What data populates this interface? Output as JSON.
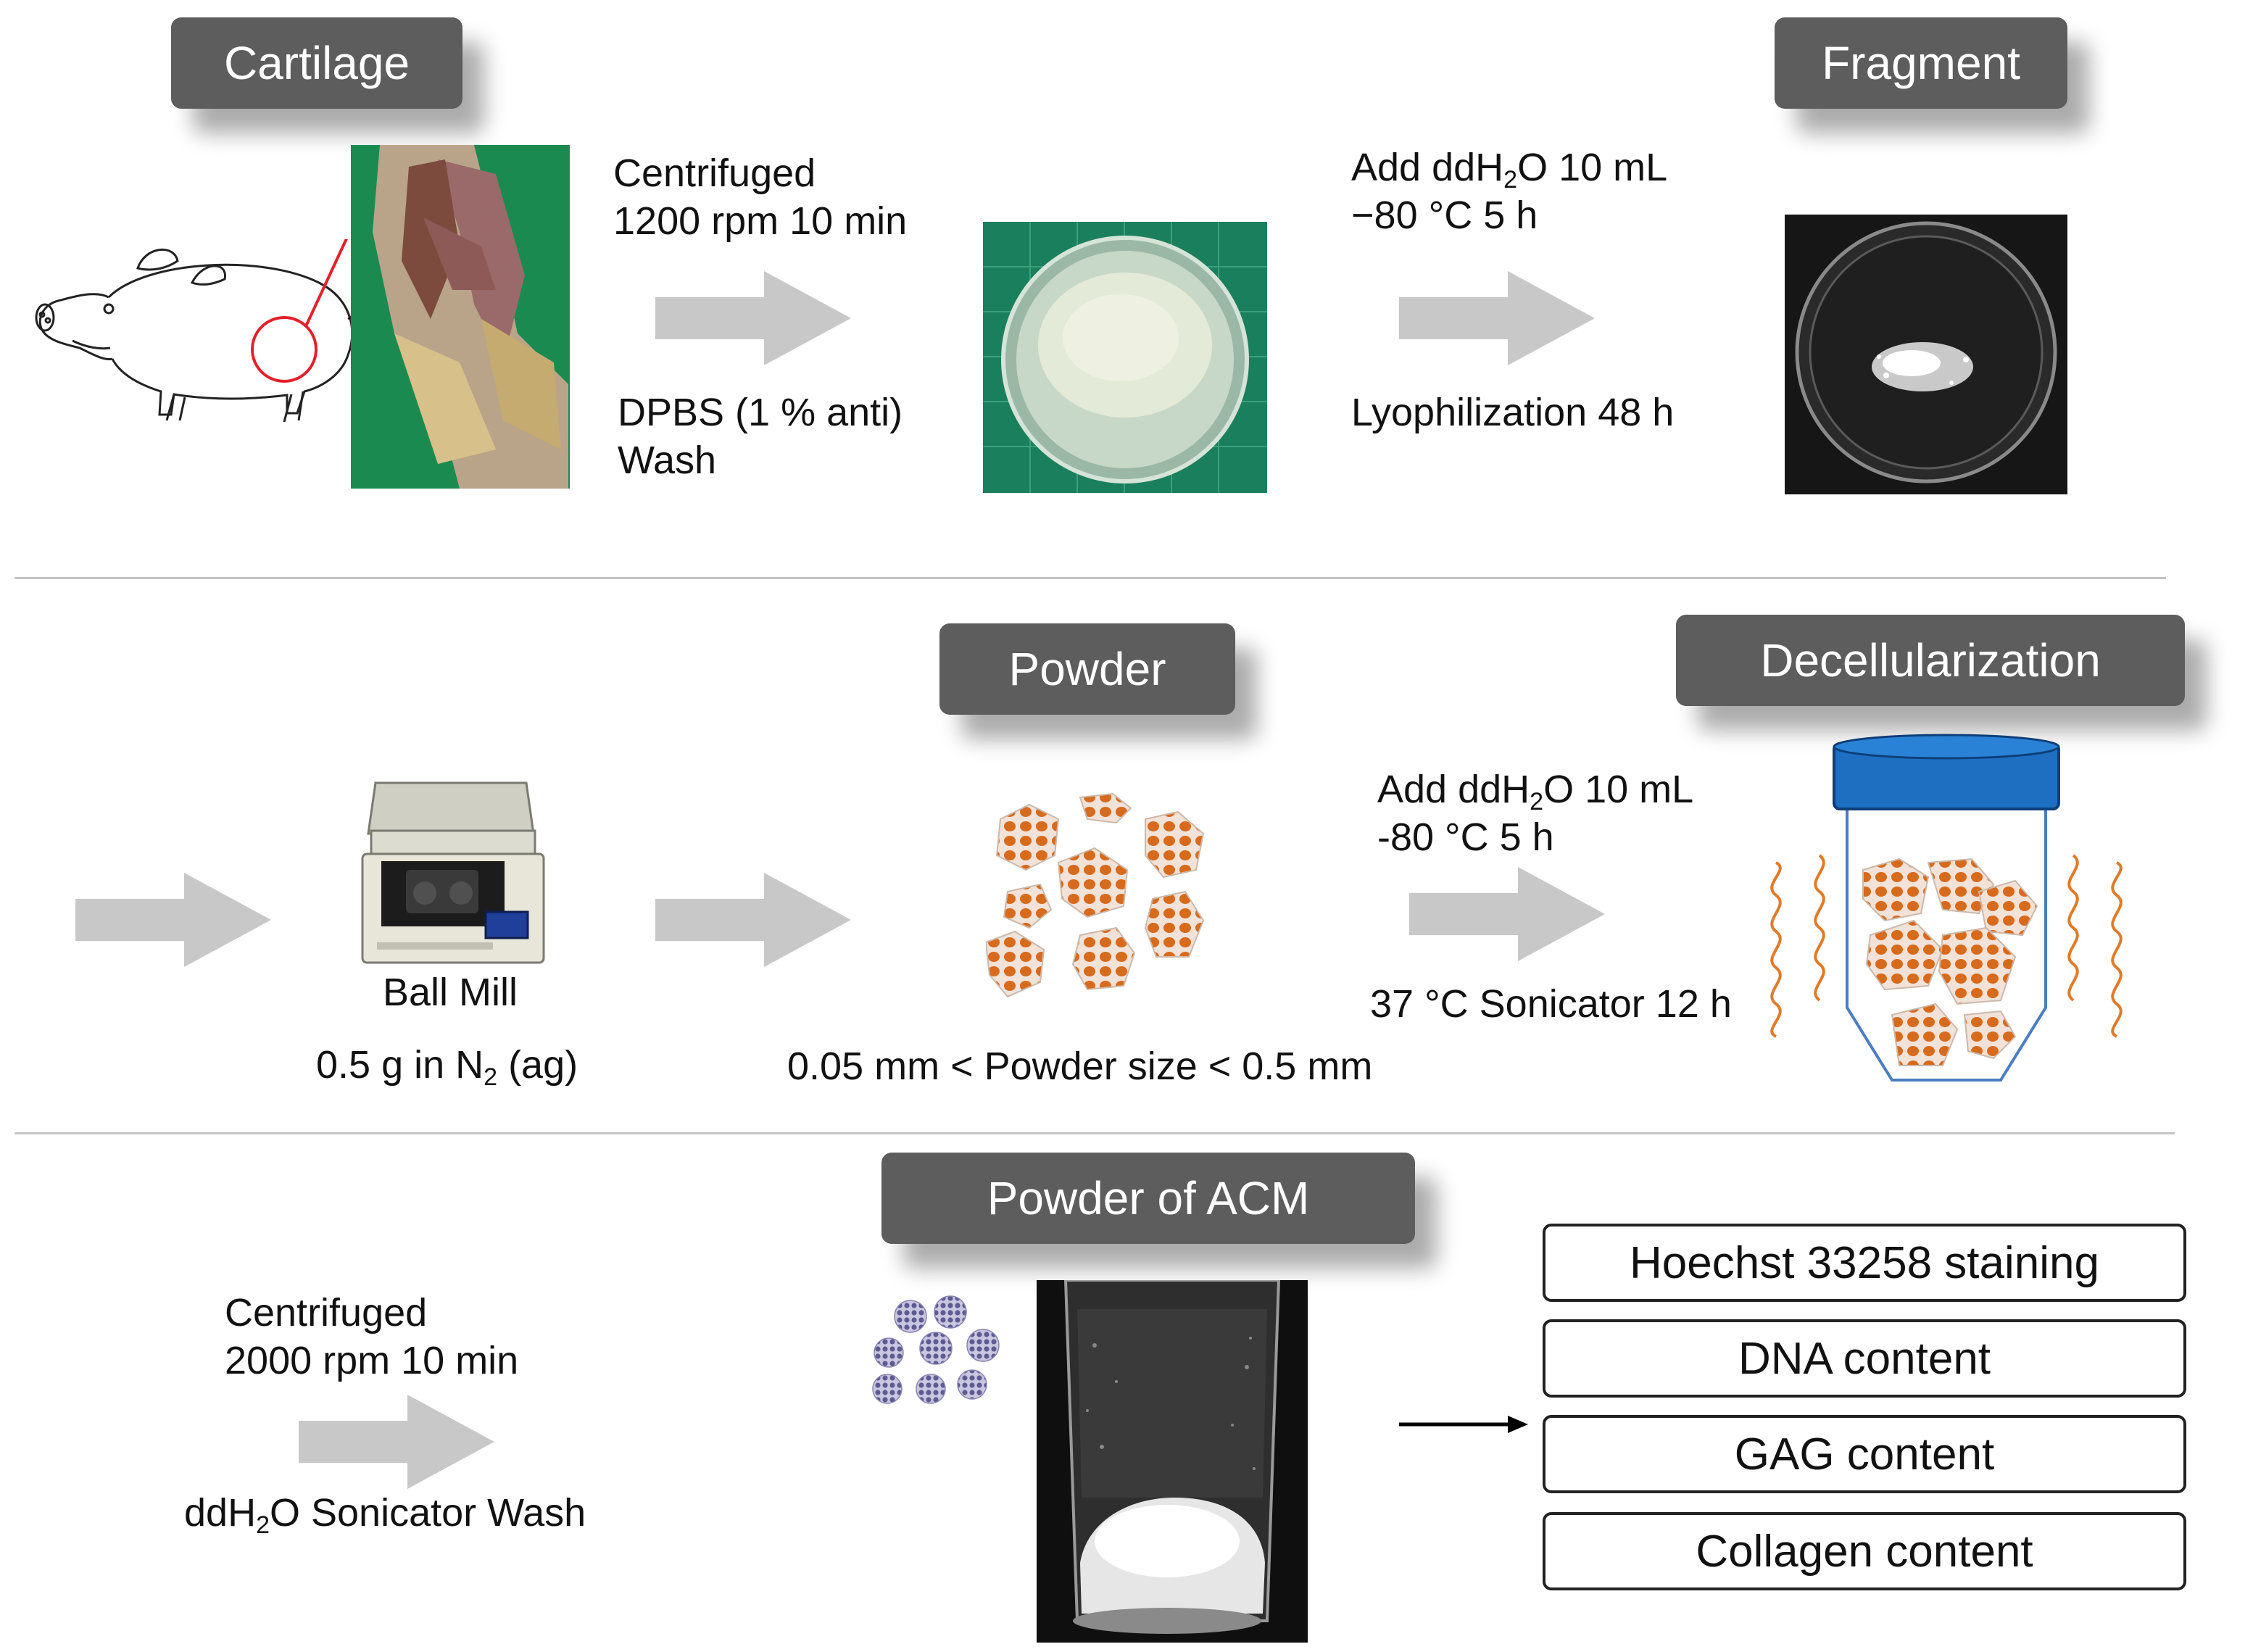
{
  "tags": {
    "cartilage": "Cartilage",
    "fragment": "Fragment",
    "powder": "Powder",
    "decellularization": "Decellularization",
    "powder_of_acm": "Powder of ACM"
  },
  "row1": {
    "centrifuge_line1": "Centrifuged",
    "centrifuge_line2": "1200 rpm 10 min",
    "wash_line1": "DPBS (1 % anti)",
    "wash_line2": "Wash",
    "add_prefix": "Add ddH",
    "add_sub": "2",
    "add_suffix": "O 10 mL",
    "freeze": "−80 °C 5 h",
    "lyophilization": "Lyophilization 48 h"
  },
  "row2": {
    "ball_mill": "Ball Mill",
    "mass_prefix": "0.5 g  in N",
    "mass_sub": "2",
    "mass_suffix": " (ag)",
    "powder_size": "0.05 mm < Powder size < 0.5 mm",
    "add_prefix": "Add ddH",
    "add_sub": "2",
    "add_suffix": "O 10 mL",
    "freeze": "-80 °C 5 h",
    "sonicator": "37 °C Sonicator 12 h"
  },
  "row3": {
    "centrifuge_line1": "Centrifuged",
    "centrifuge_line2": "2000 rpm 10 min",
    "wash_prefix": "ddH",
    "wash_sub": "2",
    "wash_suffix": "O  Sonicator Wash",
    "assays": [
      "Hoechst 33258 staining",
      "DNA content",
      "GAG content",
      "Collagen content"
    ]
  },
  "colors": {
    "tag_bg": "#5d5d5d",
    "arrow": "#c8c8c8",
    "particle_orange": "#d86a1c",
    "particle_purple": "#5e5a92",
    "cap_blue": "#1e6fc2",
    "surgical_green": "#1d8a4e"
  }
}
